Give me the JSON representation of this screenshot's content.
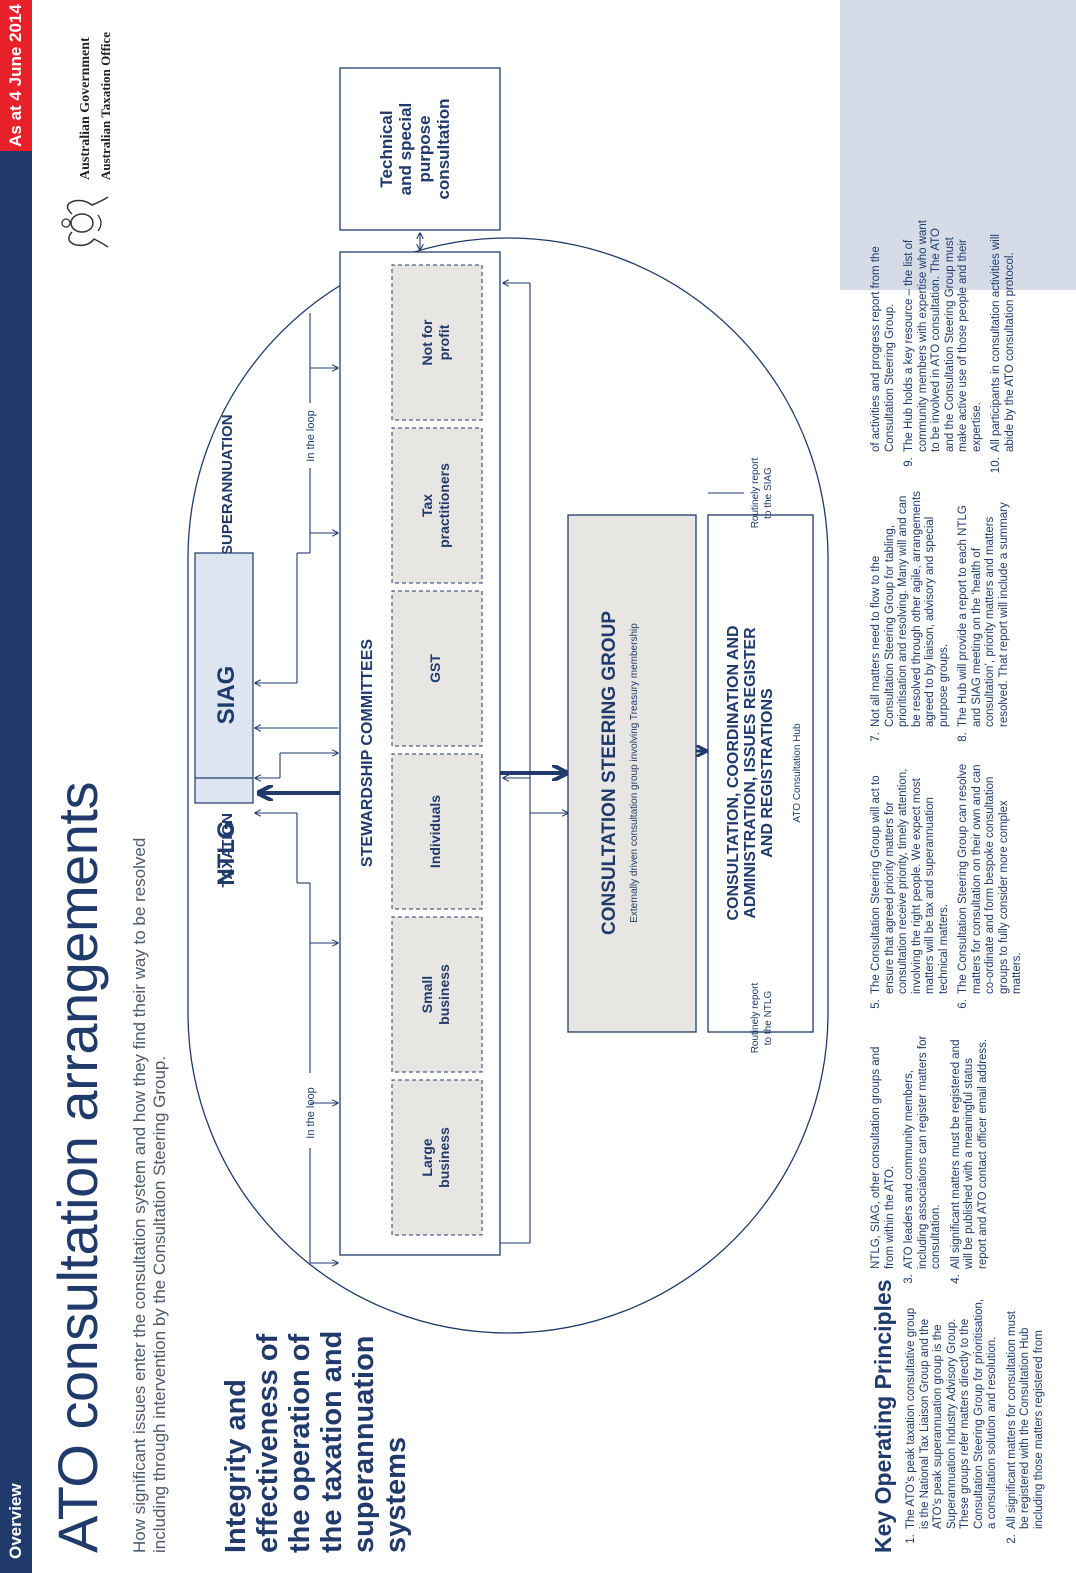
{
  "header": {
    "section": "Overview",
    "date": "As at 4 June 2014",
    "title": "ATO consultation arrangements",
    "subtitle": "How significant issues enter the consultation system and how they find their way to be resolved including through intervention by the Consultation Steering Group."
  },
  "logo": {
    "line1": "Australian Government",
    "line2": "Australian Taxation Office"
  },
  "intro_heading": "Integrity and effectiveness of the operation of the taxation and superannuation systems",
  "diagram": {
    "taxation_label": "TAXATION",
    "superannuation_label": "SUPERANNUATION",
    "ntlg": "NTLG",
    "siag": "SIAG",
    "stewardship": "STEWARDSHIP COMMITTEES",
    "committees": [
      [
        "Large",
        "business"
      ],
      [
        "Small",
        "business"
      ],
      [
        "Individuals"
      ],
      [
        "GST"
      ],
      [
        "Tax",
        "practitioners"
      ],
      [
        "Not for",
        "profit"
      ]
    ],
    "in_the_loop": "In the loop",
    "technical": [
      "Technical",
      "and special",
      "purpose",
      "consultation"
    ],
    "csg_title": "CONSULTATION STEERING GROUP",
    "csg_sub": "Externally driven consultation group involving Treasury membership",
    "hub_title": [
      "CONSULTATION, COORDINATION AND",
      "ADMINISTRATION, ISSUES REGISTER",
      "AND REGISTRATIONS"
    ],
    "hub_sub": "ATO Consultation Hub",
    "report_ntlg": [
      "Routinely report",
      "to the NTLG"
    ],
    "report_siag": [
      "Routinely report",
      "to the SIAG"
    ]
  },
  "principles": {
    "heading": "Key Operating Principles",
    "col1": [
      "The ATO’s peak taxation consultative group is the National Tax Liaison Group and the ATO’s peak superannuation group is the Superannuation Industry Advisory Group. These groups refer matters directly to the Consultation Steering Group for prioritisation, a consultation solution and resolution.",
      "All significant matters for consultation must be registered with the Consultation Hub including those matters registered from"
    ],
    "col2_cont": "NTLG, SIAG, other consultation groups and from within the ATO.",
    "col2": [
      "ATO leaders and community members, including associations can register matters for consultation.",
      "All significant matters must be registered and will be published with a meaningful status report and ATO contact officer email address."
    ],
    "col3": [
      "The Consultation Steering Group will act to ensure that agreed priority matters for consultation receive priority, timely attention, involving the right people. We expect most matters will be tax and superannuation technical matters.",
      "The Consultation Steering Group can resolve matters for consultation on their own and can co-ordinate and form bespoke consultation groups to fully consider more complex matters."
    ],
    "col4": [
      "Not all matters need to flow to the Consultation Steering Group for tabling, prioritisation and resolving. Many will and can be resolved through other agile, arrangements agreed to by liaison, advisory and special purpose groups.",
      "The Hub will provide a report to each NTLG and SIAG meeting on the ‘health of consultation’, priority matters and matters resolved. That report will include a summary"
    ],
    "col5_cont": "of activities and progress report from the Consultation Steering Group.",
    "col5": [
      "The Hub holds a key resource – the list of community members with expertise who want to be involved in ATO consultation. The ATO and the Consultation Steering Group must make active use of those people and their expertise.",
      "All participants in consultation activities will abide by the ATO consultation protocol."
    ]
  }
}
